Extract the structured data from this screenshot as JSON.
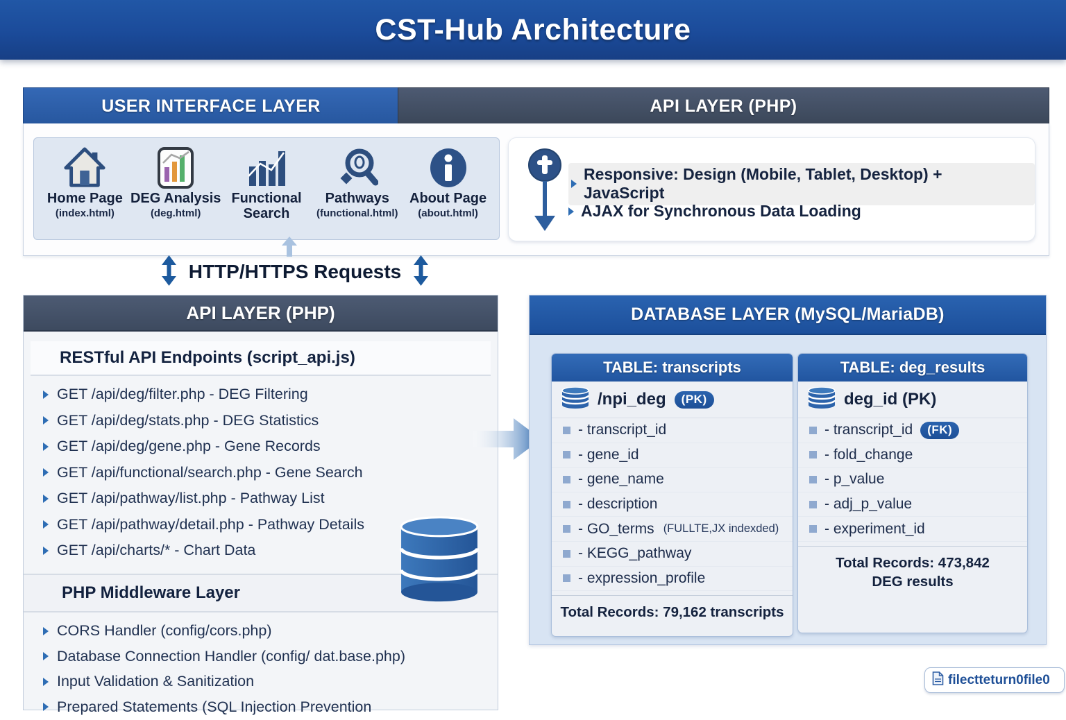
{
  "title": "CST-Hub Architecture",
  "top": {
    "ui_header": "USER INTERFACE LAYER",
    "api_header": "API LAYER (PHP)"
  },
  "ui_layer": {
    "items": [
      {
        "label": "Home Page",
        "sub": "(index.html)",
        "icon": "home-icon"
      },
      {
        "label": "DEG Analysis",
        "sub": "(deg.html)",
        "icon": "deg-chart-icon"
      },
      {
        "label": "Functional Search",
        "sub": "",
        "icon": "bar-chart-icon"
      },
      {
        "label": "Pathways",
        "sub": "(functional.html)",
        "icon": "search-icon"
      },
      {
        "label": "About Page",
        "sub": "(about.html)",
        "icon": "info-icon"
      }
    ]
  },
  "api_panel": {
    "bullets": [
      "Responsive: Design (Mobile, Tablet, Desktop) + JavaScript",
      "AJAX for Synchronous Data Loading"
    ]
  },
  "connector": {
    "label": "HTTP/HTTPS Requests"
  },
  "api_box": {
    "header": "API LAYER (PHP)",
    "endpoints_title": "RESTful API Endpoints (script_api.js)",
    "endpoints": [
      "GET /api/deg/filter.php - DEG Filtering",
      "GET /api/deg/stats.php - DEG Statistics",
      "GET /api/deg/gene.php - Gene Records",
      "GET /api/functional/search.php - Gene Search",
      "GET /api/pathway/list.php - Pathway List",
      "GET /api/pathway/detail.php - Pathway Details",
      "GET /api/charts/* - Chart Data"
    ],
    "middleware_title": "PHP Middleware Layer",
    "middleware": [
      "CORS Handler (config/cors.php)",
      "Database Connection Handler (config/ dat.base.php)",
      "Input Validation & Sanitization",
      "Prepared Statements (SQL Injection Prevention"
    ]
  },
  "database": {
    "header": "DATABASE LAYER  (MySQL/MariaDB)",
    "tables": [
      {
        "title": "TABLE: transcripts",
        "key": {
          "name": "/npi_deg",
          "badge": "(PK)"
        },
        "fields": [
          {
            "name": "- transcript_id"
          },
          {
            "name": "- gene_id"
          },
          {
            "name": "- gene_name"
          },
          {
            "name": "- description"
          },
          {
            "name": "- GO_terms",
            "note": "(FULLTE,JX indexded)"
          },
          {
            "name": "- KEGG_pathway"
          },
          {
            "name": "- expression_profile"
          }
        ],
        "total": "Total Records: 79,162 transcripts"
      },
      {
        "title": "TABLE: deg_results",
        "key": {
          "name": "deg_id (PK)"
        },
        "fields": [
          {
            "name": "- transcript_id",
            "badge": "(FK)"
          },
          {
            "name": "- fold_change"
          },
          {
            "name": "- p_value"
          },
          {
            "name": "- adj_p_value"
          },
          {
            "name": "- experiment_id"
          }
        ],
        "total": "Total Records: 473,842",
        "total2": "DEG results"
      }
    ]
  },
  "footer_chip": {
    "label": "filectteturn0file0"
  }
}
